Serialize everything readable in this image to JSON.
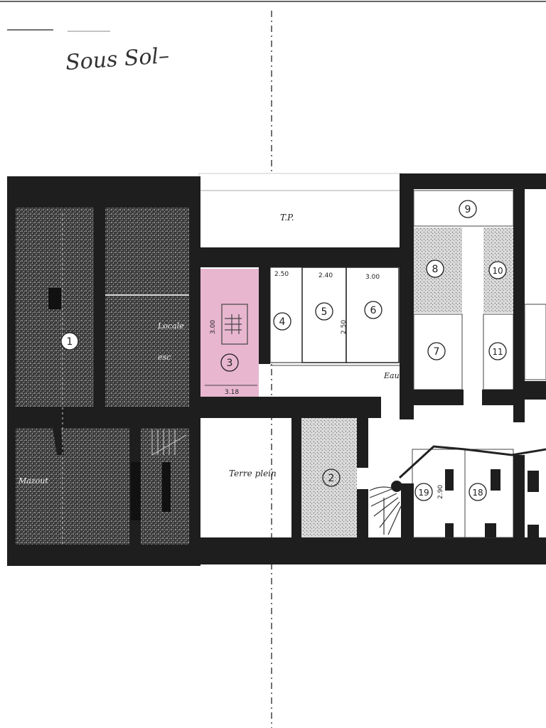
{
  "title": "Sous Sol",
  "colors": {
    "wall": "#1e1e1e",
    "texture": "#2f2f2f",
    "highlight": "#e8b6cf",
    "ink": "#222222",
    "paper": "#ffffff"
  },
  "rooms": [
    {
      "id": "room-1",
      "label": "1"
    },
    {
      "id": "room-2",
      "label": "2"
    },
    {
      "id": "room-3",
      "label": "3"
    },
    {
      "id": "room-4",
      "label": "4"
    },
    {
      "id": "room-5",
      "label": "5"
    },
    {
      "id": "room-6",
      "label": "6"
    },
    {
      "id": "room-7",
      "label": "7"
    },
    {
      "id": "room-8",
      "label": "8"
    },
    {
      "id": "room-9",
      "label": "9"
    },
    {
      "id": "room-10",
      "label": "10"
    },
    {
      "id": "room-11",
      "label": "11"
    },
    {
      "id": "room-18",
      "label": "18"
    },
    {
      "id": "room-19",
      "label": "19"
    }
  ],
  "labels": {
    "locale": "Locale",
    "esc": "esc",
    "mazout": "Mazout",
    "terre_plein": "Terre plein",
    "tp": "T.P.",
    "eau": "Eau"
  },
  "dimensions": {
    "d250": "2.50",
    "d240": "2.40",
    "d300": "3.00",
    "d318": "3.18",
    "d300v": "3.00",
    "d250v": "2.50",
    "d290": "2.90"
  },
  "highlighted_room": "3"
}
